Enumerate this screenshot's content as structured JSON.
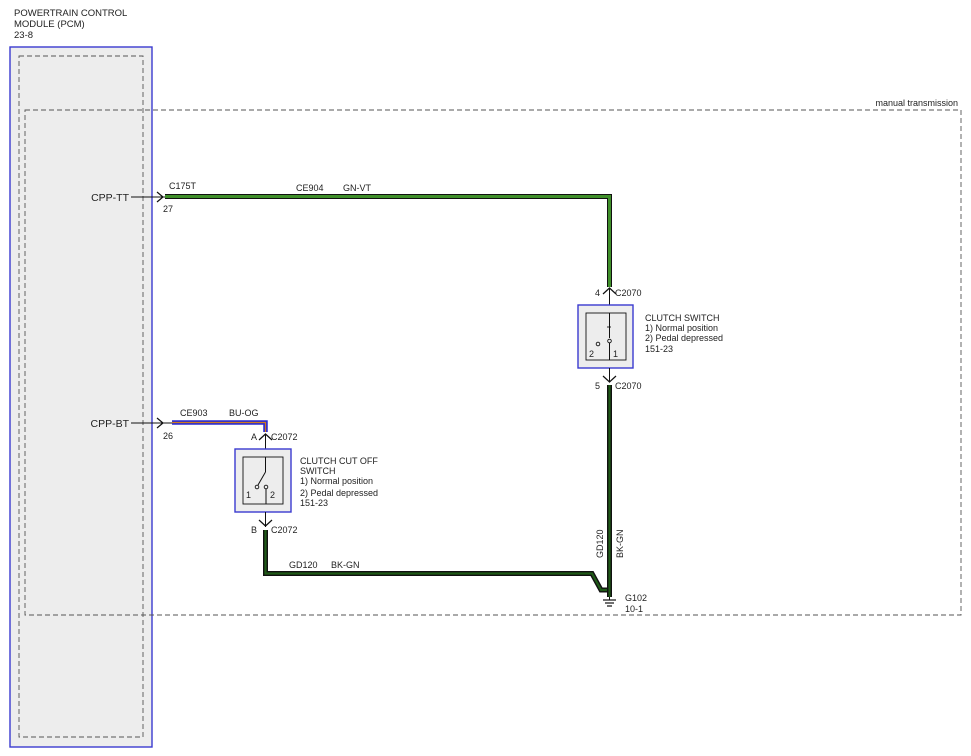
{
  "pcm": {
    "title_line1": "POWERTRAIN CONTROL",
    "title_line2": "MODULE (PCM)",
    "ref": "23-8",
    "pins": {
      "cpp_tt": {
        "name": "CPP-TT",
        "connector": "C175T",
        "pin": "27"
      },
      "cpp_bt": {
        "name": "CPP-BT",
        "pin": "26"
      }
    }
  },
  "region_label": "manual transmission",
  "wires": {
    "ce904": {
      "circuit": "CE904",
      "color": "GN-VT"
    },
    "ce903": {
      "circuit": "CE903",
      "color": "BU-OG"
    },
    "gd120_h": {
      "circuit": "GD120",
      "color": "BK-GN"
    },
    "gd120_v": {
      "circuit": "GD120",
      "color": "BK-GN"
    }
  },
  "clutch_switch": {
    "title": "CLUTCH SWITCH",
    "line1": "1) Normal position",
    "line2": "2) Pedal depressed",
    "ref": "151-23",
    "top_pin": "4",
    "top_connector": "C2070",
    "bottom_pin": "5",
    "bottom_connector": "C2070",
    "contact1": "1",
    "contact2": "2"
  },
  "clutch_cutoff_switch": {
    "title_line1": "CLUTCH CUT OFF",
    "title_line2": "SWITCH",
    "line1": "1) Normal position",
    "line2": "2) Pedal depressed",
    "ref": "151-23",
    "top_pin": "A",
    "top_connector": "C2072",
    "bottom_pin": "B",
    "bottom_connector": "C2072",
    "contact1": "1",
    "contact2": "2"
  },
  "ground": {
    "name": "G102",
    "ref": "10-1"
  },
  "colors": {
    "component_border": "#3a3ad0",
    "component_fill": "#ededed",
    "wire_green": "#3f8f2a",
    "wire_green_dark": "#1f5a17",
    "wire_violet": "#5a2a8a",
    "wire_blue": "#2a2ad0",
    "wire_orange": "#d07a20",
    "wire_black": "#111111",
    "dash": "#555555"
  }
}
